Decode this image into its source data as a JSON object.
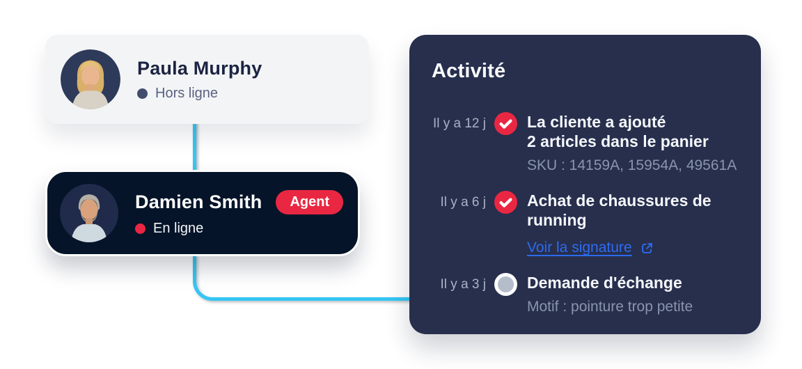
{
  "contacts": [
    {
      "name": "Paula Murphy",
      "status": "Hors ligne"
    },
    {
      "name": "Damien Smith",
      "status": "En ligne",
      "badge": "Agent"
    }
  ],
  "activity": {
    "title": "Activité",
    "items": [
      {
        "time": "Il y a 12 j",
        "icon": "check-circle-icon",
        "line1": "La cliente a ajouté",
        "line2": "2 articles dans le panier",
        "meta": "SKU : 14159A, 15954A, 49561A"
      },
      {
        "time": "Il y a 6 j",
        "icon": "check-circle-icon",
        "line1": "Achat de chaussures de",
        "line2": "running",
        "link": "Voir la signature"
      },
      {
        "time": "Il y a 3 j",
        "icon": "pending-circle-icon",
        "line1": "Demande d'échange",
        "meta": "Motif : pointure trop petite"
      }
    ]
  },
  "colors": {
    "accent_cyan": "#34c6f4",
    "brand_red": "#ea2742",
    "dark_navy": "#051428",
    "panel_navy": "#272f4d",
    "link_blue": "#2e6bf0"
  }
}
